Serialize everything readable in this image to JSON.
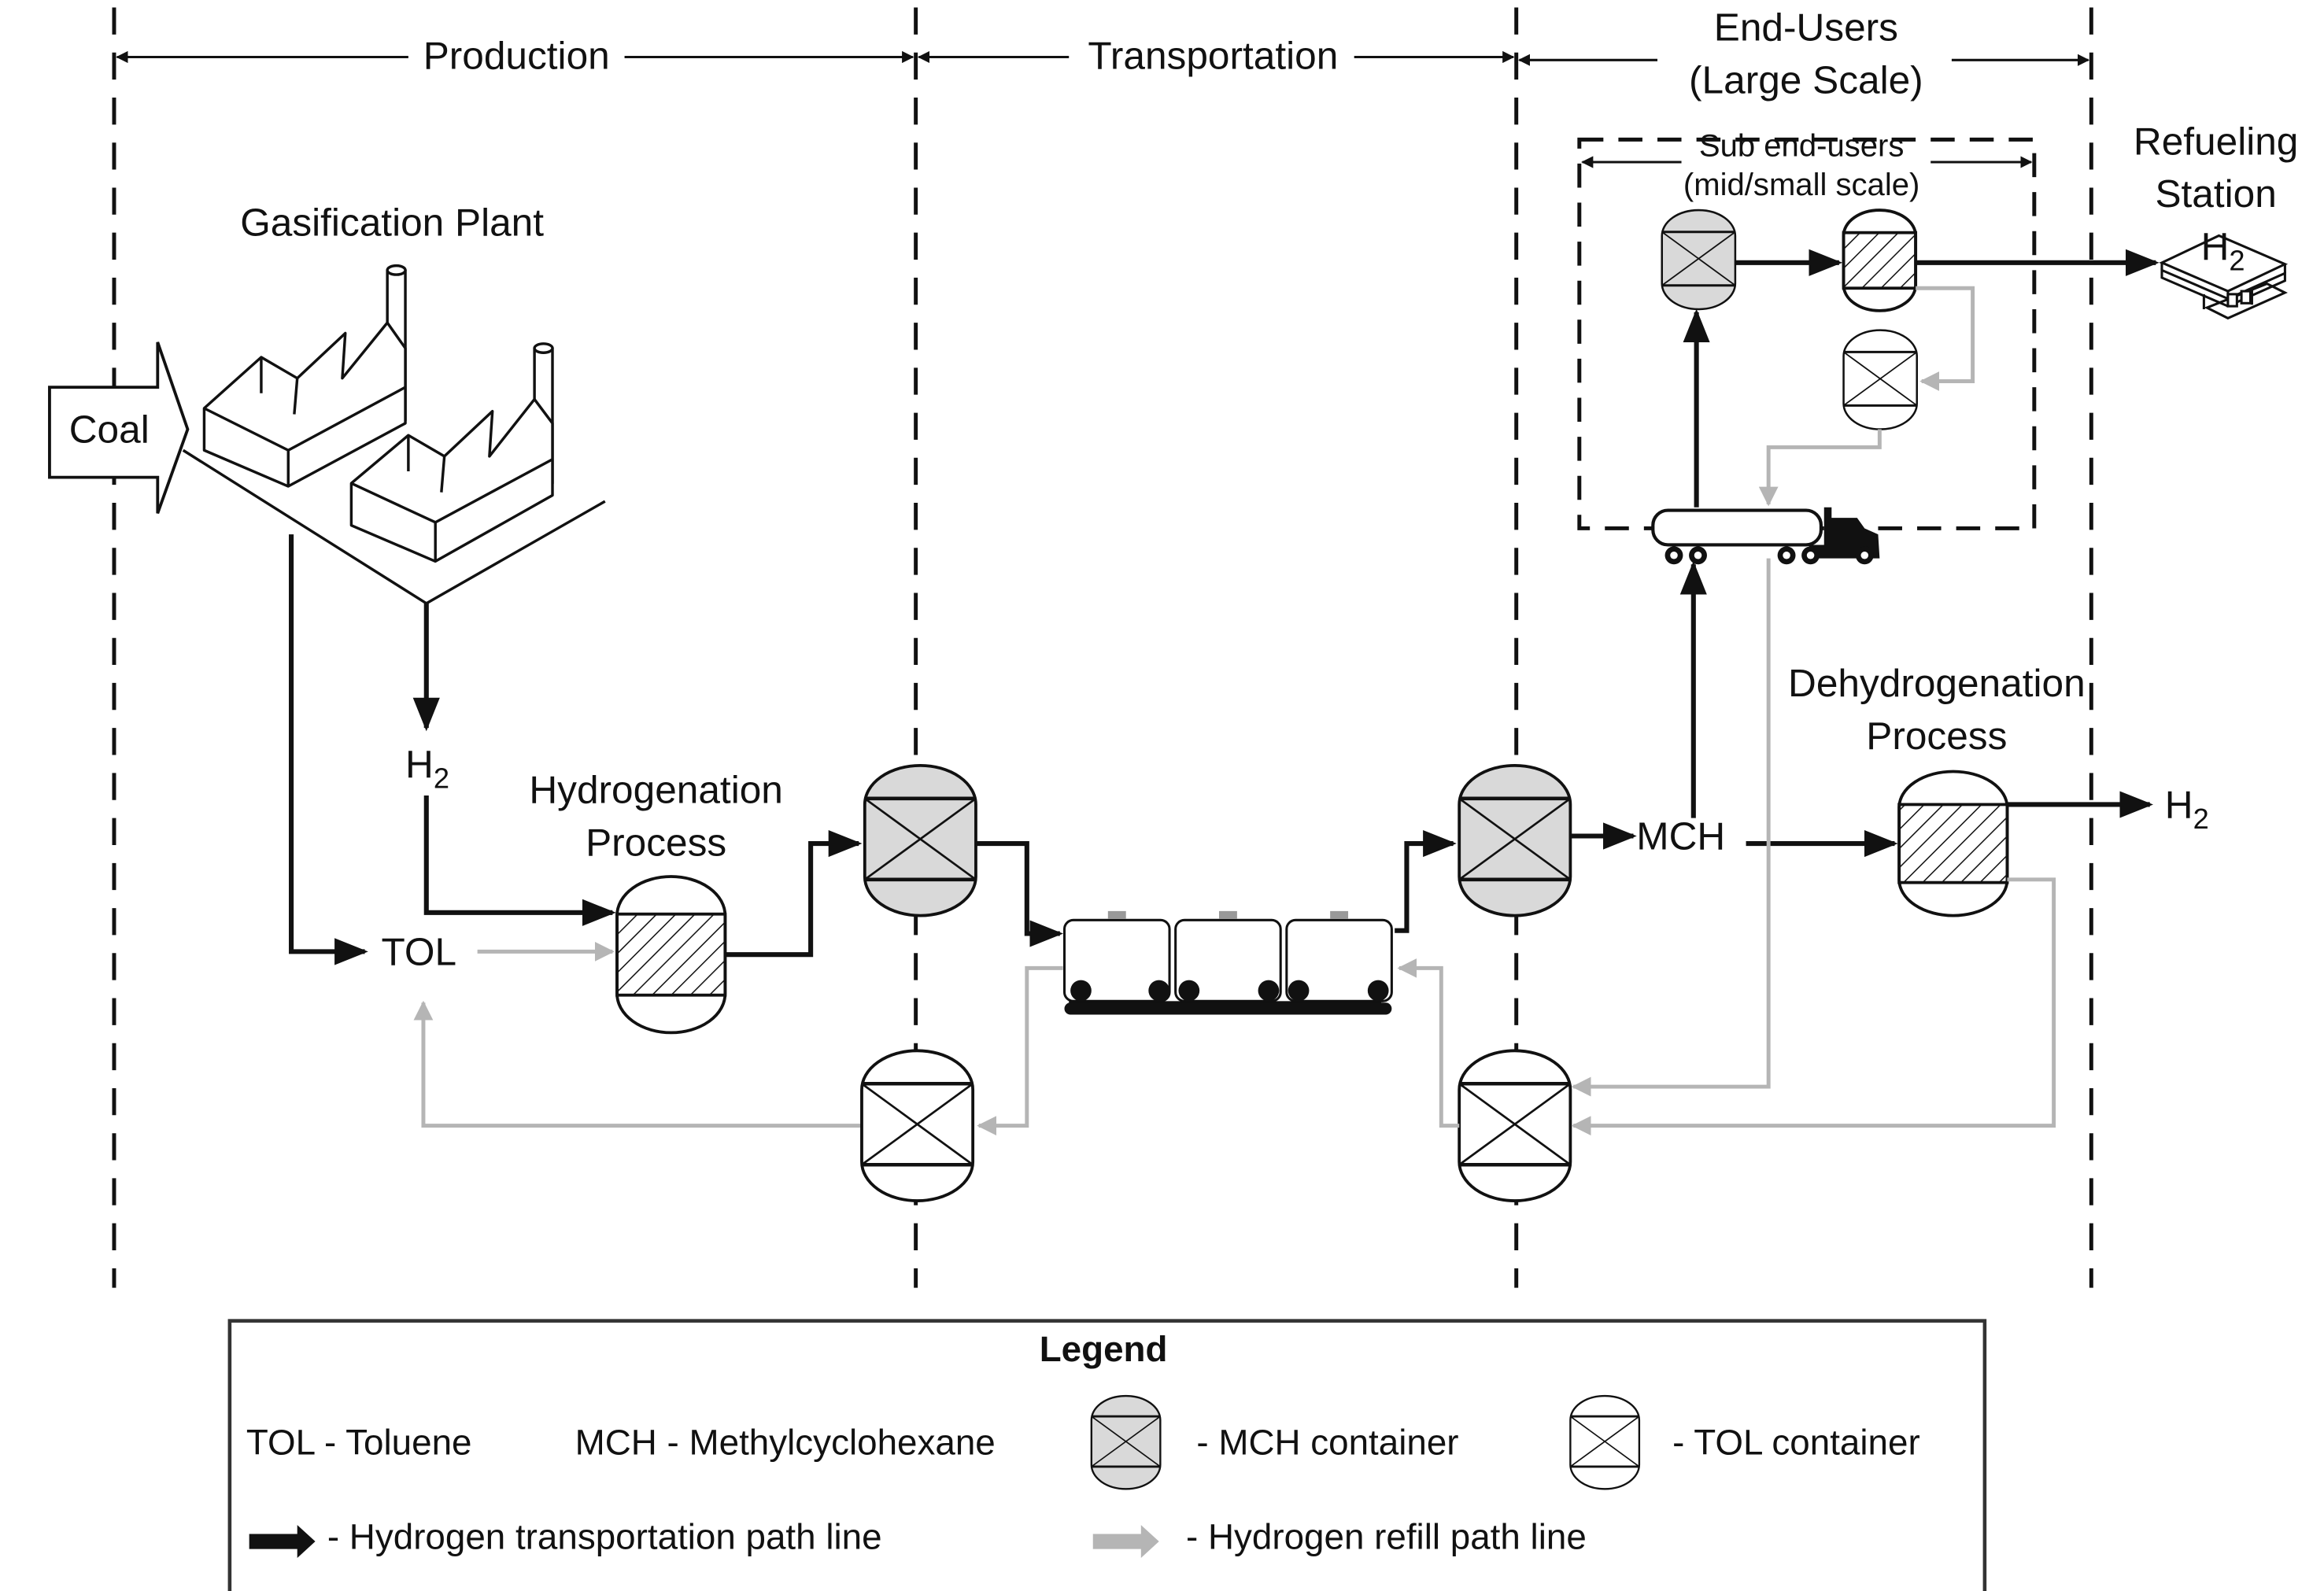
{
  "sections": {
    "production": "Production",
    "transportation": "Transportation",
    "end_users_line1": "End-Users",
    "end_users_line2": "(Large Scale)",
    "sub_end_users_line1": "Sub end-users",
    "sub_end_users_line2": "(mid/small scale)"
  },
  "labels": {
    "coal": "Coal",
    "gasification_plant": "Gasification Plant",
    "h2": "H",
    "h2_sub": "2",
    "tol": "TOL",
    "mch": "MCH",
    "hydrogenation_line1": "Hydrogenation",
    "hydrogenation_line2": "Process",
    "dehydrogenation_line1": "Dehydrogenation",
    "dehydrogenation_line2": "Process",
    "refueling_line1": "Refueling",
    "refueling_line2": "Station"
  },
  "legend": {
    "title": "Legend",
    "tol_def": "TOL - Toluene",
    "mch_def": "MCH - Methylcyclohexane",
    "mch_container": "- MCH container",
    "tol_container": "- TOL container",
    "transport_path": "- Hydrogen transportation path line",
    "refill_path": "- Hydrogen refill path line"
  },
  "colors": {
    "transport_line": "#111111",
    "refill_line": "#b5b5b5",
    "mch_fill": "#d9d9d9",
    "tol_fill": "#ffffff"
  }
}
